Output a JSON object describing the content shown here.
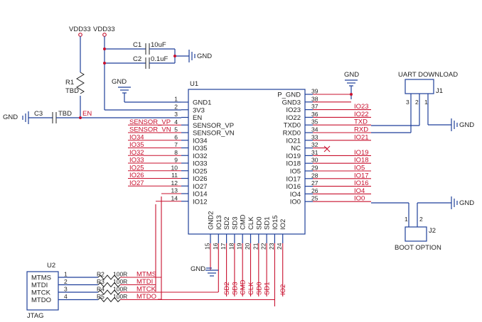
{
  "nets": {
    "vdd33_a": "VDD33",
    "vdd33_b": "VDD33",
    "gnd_c1c2": "GND",
    "gnd_u1_top": "GND",
    "gnd_p_top": "GND",
    "gnd_c3": "GND",
    "gnd_j1": "GND",
    "gnd_j2": "GND",
    "gnd_bottom": "GND",
    "en": "EN"
  },
  "parts": {
    "c1": {
      "ref": "C1",
      "value": "10uF"
    },
    "c2": {
      "ref": "C2",
      "value": "0.1uF"
    },
    "c3": {
      "ref": "C3",
      "value": "TBD"
    },
    "r1": {
      "ref": "R1",
      "value": "TBD"
    },
    "u1": {
      "ref": "U1"
    },
    "u2": {
      "ref": "U2",
      "name": "JTAG"
    },
    "j1": {
      "ref": "J1",
      "name": "UART DOWNLOAD"
    },
    "j2": {
      "ref": "J2",
      "name": "BOOT OPTION"
    }
  },
  "u1_left": [
    {
      "num": "1",
      "pin": "GND1",
      "net": ""
    },
    {
      "num": "2",
      "pin": "3V3",
      "net": ""
    },
    {
      "num": "3",
      "pin": "EN",
      "net": ""
    },
    {
      "num": "4",
      "pin": "SENSOR_VP",
      "net": "SENSOR_VP"
    },
    {
      "num": "5",
      "pin": "SENSOR_VN",
      "net": "SENSOR_VN"
    },
    {
      "num": "6",
      "pin": "IO34",
      "net": "IO34"
    },
    {
      "num": "7",
      "pin": "IO35",
      "net": "IO35"
    },
    {
      "num": "8",
      "pin": "IO32",
      "net": "IO32"
    },
    {
      "num": "9",
      "pin": "IO33",
      "net": "IO33"
    },
    {
      "num": "10",
      "pin": "IO25",
      "net": "IO25"
    },
    {
      "num": "11",
      "pin": "IO26",
      "net": "IO26"
    },
    {
      "num": "12",
      "pin": "IO27",
      "net": "IO27"
    },
    {
      "num": "13",
      "pin": "IO14",
      "net": ""
    },
    {
      "num": "14",
      "pin": "IO12",
      "net": ""
    }
  ],
  "u1_right": [
    {
      "num": "39",
      "pin": "P_GND",
      "net": ""
    },
    {
      "num": "38",
      "pin": "GND3",
      "net": ""
    },
    {
      "num": "37",
      "pin": "IO23",
      "net": "IO23"
    },
    {
      "num": "36",
      "pin": "IO22",
      "net": "IO22"
    },
    {
      "num": "35",
      "pin": "TXD0",
      "net": "TXD"
    },
    {
      "num": "34",
      "pin": "RXD0",
      "net": "RXD"
    },
    {
      "num": "33",
      "pin": "IO21",
      "net": "IO21"
    },
    {
      "num": "32",
      "pin": "NC",
      "net": ""
    },
    {
      "num": "31",
      "pin": "IO19",
      "net": "IO19"
    },
    {
      "num": "30",
      "pin": "IO18",
      "net": "IO18"
    },
    {
      "num": "29",
      "pin": "IO5",
      "net": "IO5"
    },
    {
      "num": "28",
      "pin": "IO17",
      "net": "IO17"
    },
    {
      "num": "27",
      "pin": "IO16",
      "net": "IO16"
    },
    {
      "num": "26",
      "pin": "IO4",
      "net": "IO4"
    },
    {
      "num": "25",
      "pin": "IO0",
      "net": "IO0"
    }
  ],
  "u1_bottom": [
    {
      "num": "15",
      "pin": "GND2",
      "net": ""
    },
    {
      "num": "16",
      "pin": "IO13",
      "net": ""
    },
    {
      "num": "17",
      "pin": "SD2",
      "net": "SD2"
    },
    {
      "num": "18",
      "pin": "SD3",
      "net": "SD3"
    },
    {
      "num": "19",
      "pin": "CMD",
      "net": "CMD"
    },
    {
      "num": "20",
      "pin": "CLK",
      "net": "CLK"
    },
    {
      "num": "21",
      "pin": "SD0",
      "net": "SD0"
    },
    {
      "num": "22",
      "pin": "SD1",
      "net": "SD1"
    },
    {
      "num": "23",
      "pin": "IO15",
      "net": ""
    },
    {
      "num": "24",
      "pin": "IO2",
      "net": "IO2"
    }
  ],
  "jtag": [
    {
      "pin": "MTMS",
      "num": "1",
      "res": "R2",
      "val": "100R",
      "net": "MTMS"
    },
    {
      "pin": "MTDI",
      "num": "2",
      "res": "R3",
      "val": "100R",
      "net": "MTDI"
    },
    {
      "pin": "MTCK",
      "num": "3",
      "res": "R4",
      "val": "100R",
      "net": "MTCK"
    },
    {
      "pin": "MTDO",
      "num": "4",
      "res": "R5",
      "val": "100R",
      "net": "MTDO"
    }
  ],
  "j1_pins": [
    "3",
    "2",
    "1"
  ],
  "j2_pins": [
    "1",
    "2"
  ]
}
